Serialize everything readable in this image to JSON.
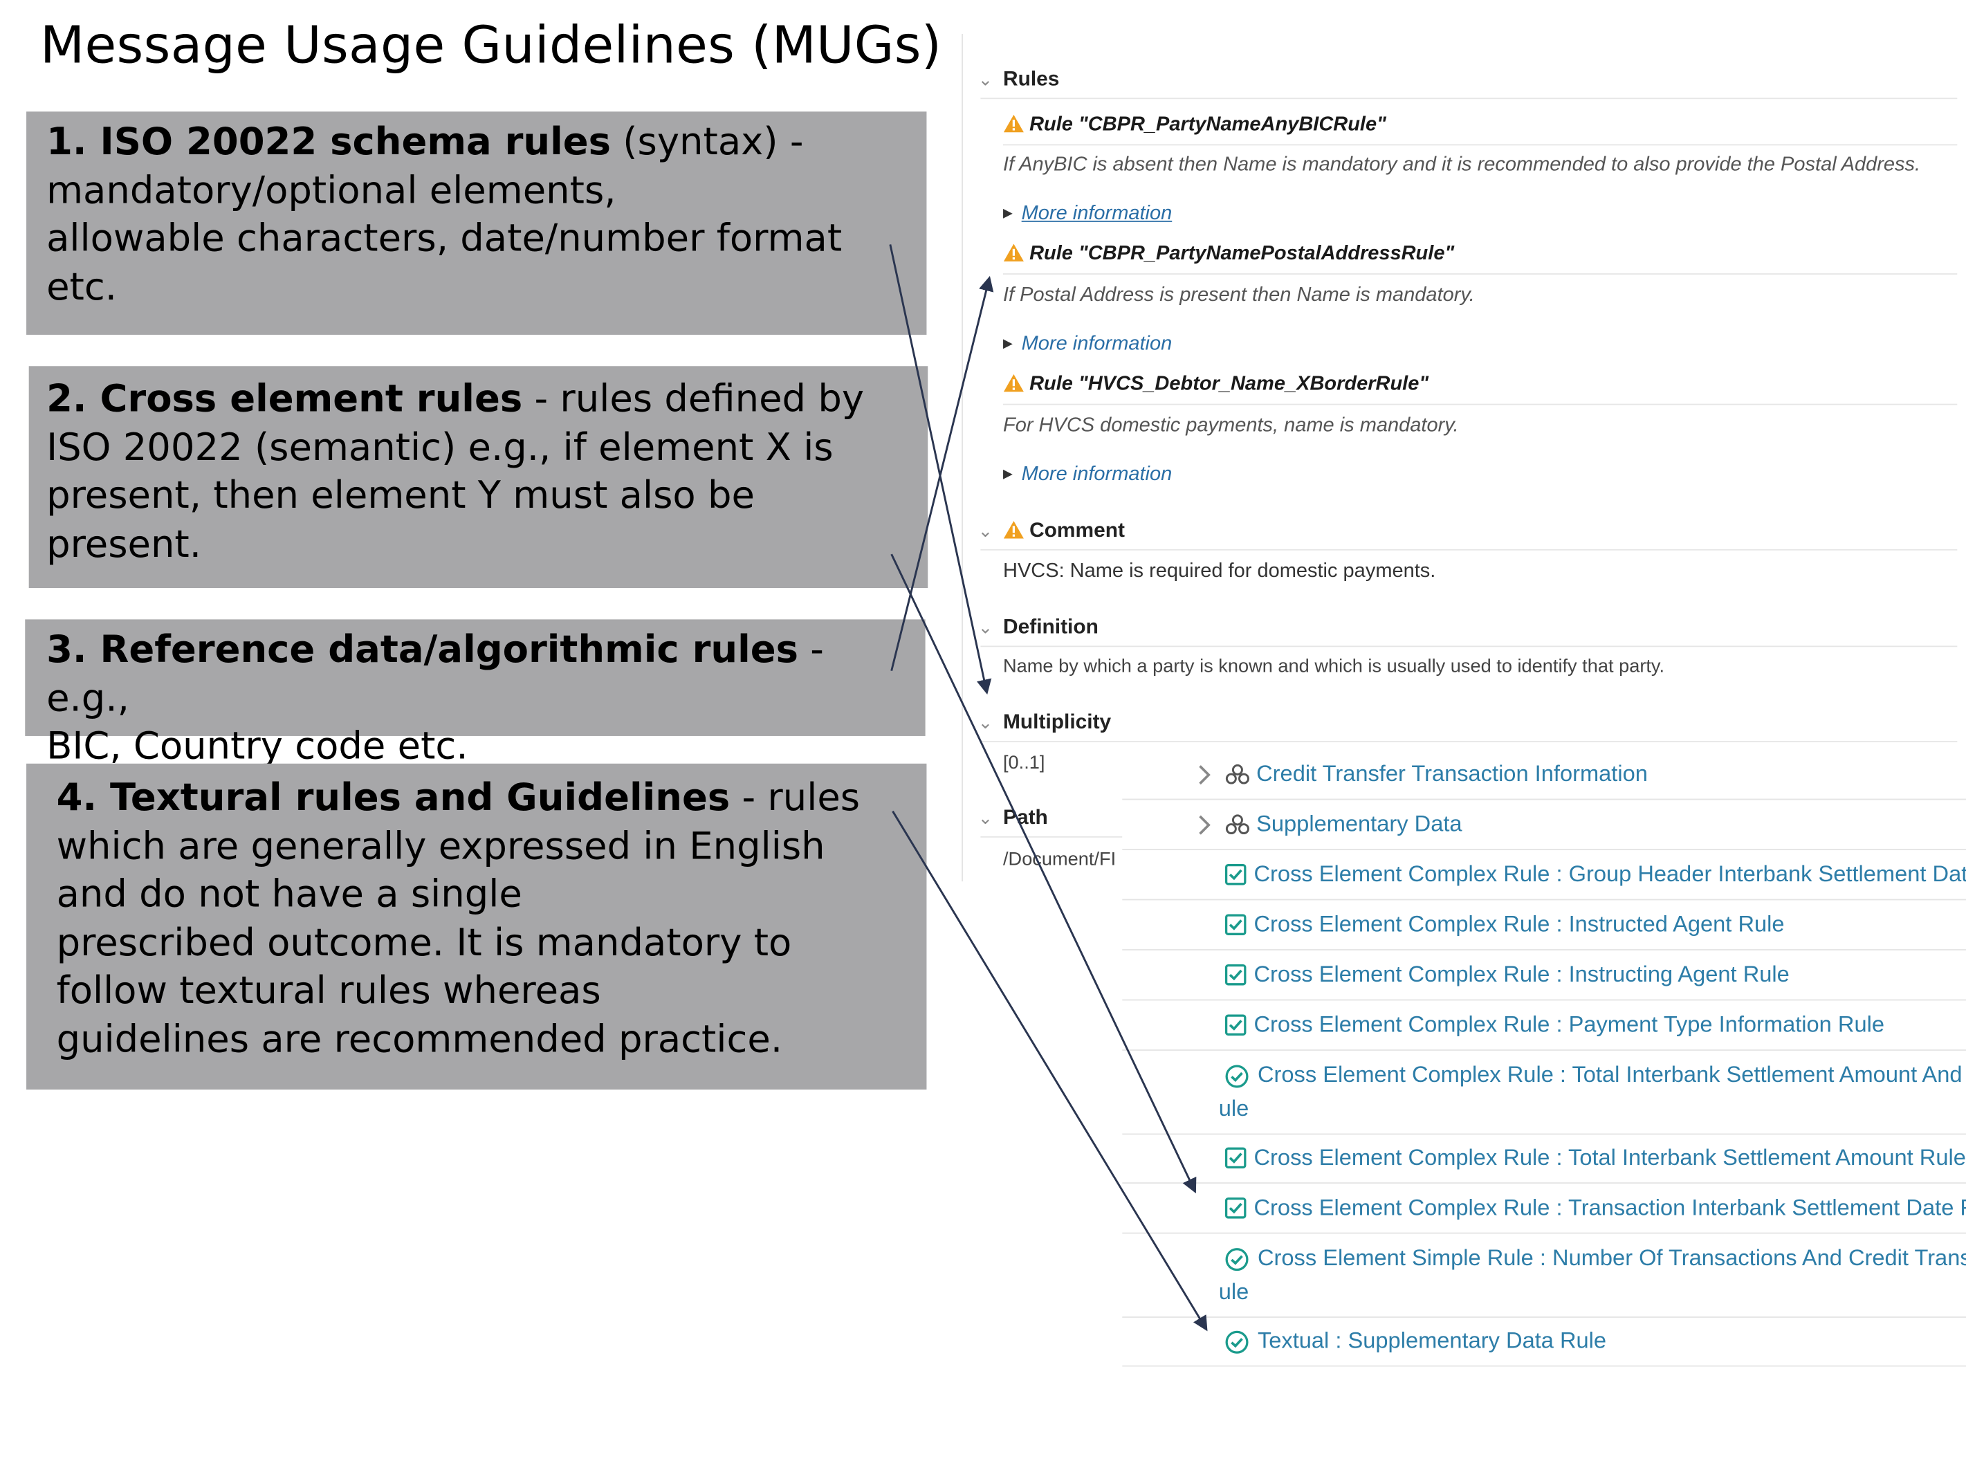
{
  "title": "Message Usage Guidelines (MUGs)",
  "boxes": [
    {
      "bold": "1. ISO 20022 schema rules",
      "rest_lines": [
        " (syntax) -",
        "mandatory/optional elements,",
        "allowable characters, date/number format",
        "etc."
      ]
    },
    {
      "bold": "2. Cross element rules",
      "rest_lines": [
        " - rules defined by",
        "ISO 20022 (semantic) e.g., if element X is",
        "present, then element Y must also be",
        "present."
      ]
    },
    {
      "bold": "3. Reference data/algorithmic rules",
      "rest_lines": [
        " - e.g.,",
        "BIC, Country code etc."
      ]
    },
    {
      "bold": "4. Textural rules and Guidelines",
      "rest_lines": [
        " - rules",
        "which are generally expressed in English",
        "and do not have a single",
        "prescribed outcome. It is mandatory to",
        "follow textural rules whereas",
        "guidelines are recommended practice."
      ]
    }
  ],
  "panel": {
    "rules_header": "Rules",
    "rules": [
      {
        "name": "Rule \"CBPR_PartyNameAnyBICRule\"",
        "desc": "If AnyBIC is absent then Name is mandatory and it is recommended to also provide the Postal Address.",
        "more": "More information"
      },
      {
        "name": "Rule \"CBPR_PartyNamePostalAddressRule\"",
        "desc": "If Postal Address is present then Name is mandatory.",
        "more": "More information"
      },
      {
        "name": "Rule \"HVCS_Debtor_Name_XBorderRule\"",
        "desc": "For HVCS domestic payments, name is mandatory.",
        "more": "More information"
      }
    ],
    "comment_header": "Comment",
    "comment_text": "HVCS: Name is required for domestic payments.",
    "definition_header": "Definition",
    "definition_text": "Name by which a party is known and which is usually used to identify that party.",
    "multiplicity_header": "Multiplicity",
    "multiplicity_text": "[0..1]",
    "path_header": "Path",
    "path_text": "/Document/FI"
  },
  "tree": [
    {
      "kind": "group",
      "icon": "component-icon",
      "text": "Credit Transfer Transaction Information"
    },
    {
      "kind": "group",
      "icon": "component-icon",
      "text": "Supplementary Data"
    },
    {
      "kind": "rule",
      "icon": "checkbox-icon",
      "text": "Cross Element Complex Rule : Group Header Interbank Settlement Dat"
    },
    {
      "kind": "rule",
      "icon": "checkbox-icon",
      "text": "Cross Element Complex Rule : Instructed Agent Rule"
    },
    {
      "kind": "rule",
      "icon": "checkbox-icon",
      "text": "Cross Element Complex Rule : Instructing Agent Rule"
    },
    {
      "kind": "rule",
      "icon": "checkbox-icon",
      "text": "Cross Element Complex Rule : Payment Type Information Rule"
    },
    {
      "kind": "rule2",
      "icon": "check-circle-icon",
      "text": "Cross Element Complex Rule : Total Interbank Settlement Amount And",
      "cont": "ule"
    },
    {
      "kind": "rule",
      "icon": "checkbox-icon",
      "text": "Cross Element Complex Rule : Total Interbank Settlement Amount Rule"
    },
    {
      "kind": "rule",
      "icon": "checkbox-icon",
      "text": "Cross Element Complex Rule : Transaction Interbank Settlement Date R"
    },
    {
      "kind": "rule2",
      "icon": "check-circle-icon",
      "text": "Cross Element Simple Rule : Number Of Transactions And Credit Trans",
      "cont": "ule"
    },
    {
      "kind": "rule",
      "icon": "check-circle-icon",
      "text": "Textual : Supplementary Data Rule"
    }
  ],
  "colors": {
    "box_bg": "#a7a7a9",
    "link": "#2d7da8",
    "warning": "#f0a020",
    "check": "#1a9b8c",
    "arrow": "#2a3550"
  }
}
